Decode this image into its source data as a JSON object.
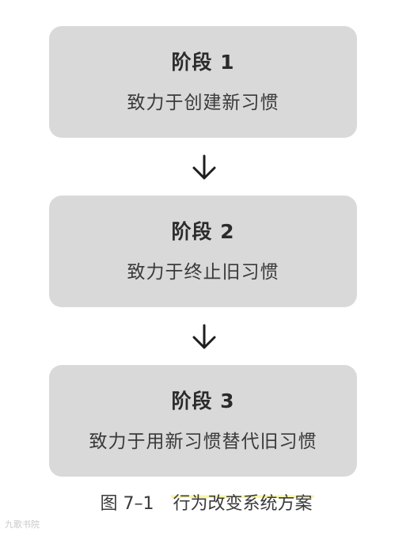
{
  "stages": [
    {
      "title": "阶段 1",
      "desc": "致力于创建新习惯"
    },
    {
      "title": "阶段 2",
      "desc": "致力于终止旧习惯"
    },
    {
      "title": "阶段 3",
      "desc": "致力于用新习惯替代旧习惯"
    }
  ],
  "arrow_icon": "arrow-down-icon",
  "caption": {
    "number": "图 7–1",
    "title": "行为改变系统方案"
  },
  "watermark": "九歌书院",
  "colors": {
    "box_fill": "#d9d9da",
    "text": "#333333",
    "highlight": "#fbf79a"
  }
}
